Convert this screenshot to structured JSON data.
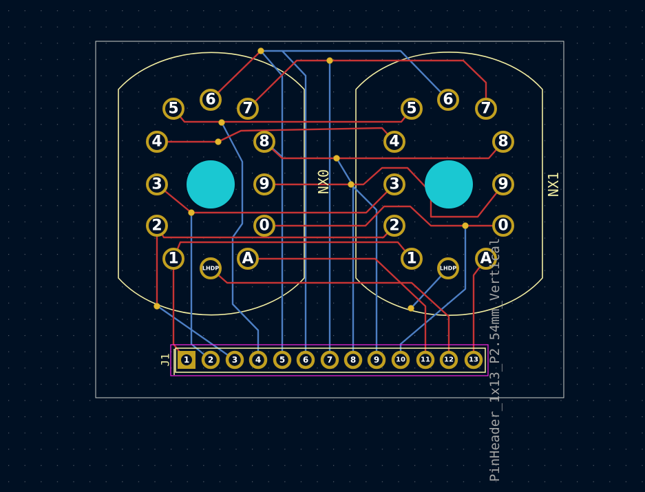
{
  "colors": {
    "background": "#001023",
    "grid": "#58606c",
    "edge_cuts": "#d0d2cd",
    "silkscreen": "#f2eda1",
    "courtyard": "#ff26e2",
    "front_copper": "#c83434",
    "back_copper": "#4d7fc4",
    "pad_ring": "#c2a020",
    "pad_hole": "#001023",
    "npth_hole": "#1ac8d2",
    "via": "#e3b72e",
    "fab_text": "#a3a3a3"
  },
  "references": {
    "nx0": "NX0",
    "nx1": "NX1",
    "j1": "J1",
    "footprint": "PinHeader_1x13_P2.54mm_Vertical"
  },
  "nixie_left_pins": [
    "5",
    "6",
    "7",
    "4",
    "8",
    "3",
    "9",
    "2",
    "0",
    "1",
    "LHDP",
    "A"
  ],
  "nixie_right_pins": [
    "5",
    "6",
    "7",
    "4",
    "8",
    "3",
    "9",
    "2",
    "0",
    "1",
    "LHDP",
    "A"
  ],
  "header_pins": [
    "1",
    "2",
    "3",
    "4",
    "5",
    "6",
    "7",
    "8",
    "9",
    "10",
    "11",
    "12",
    "13"
  ]
}
